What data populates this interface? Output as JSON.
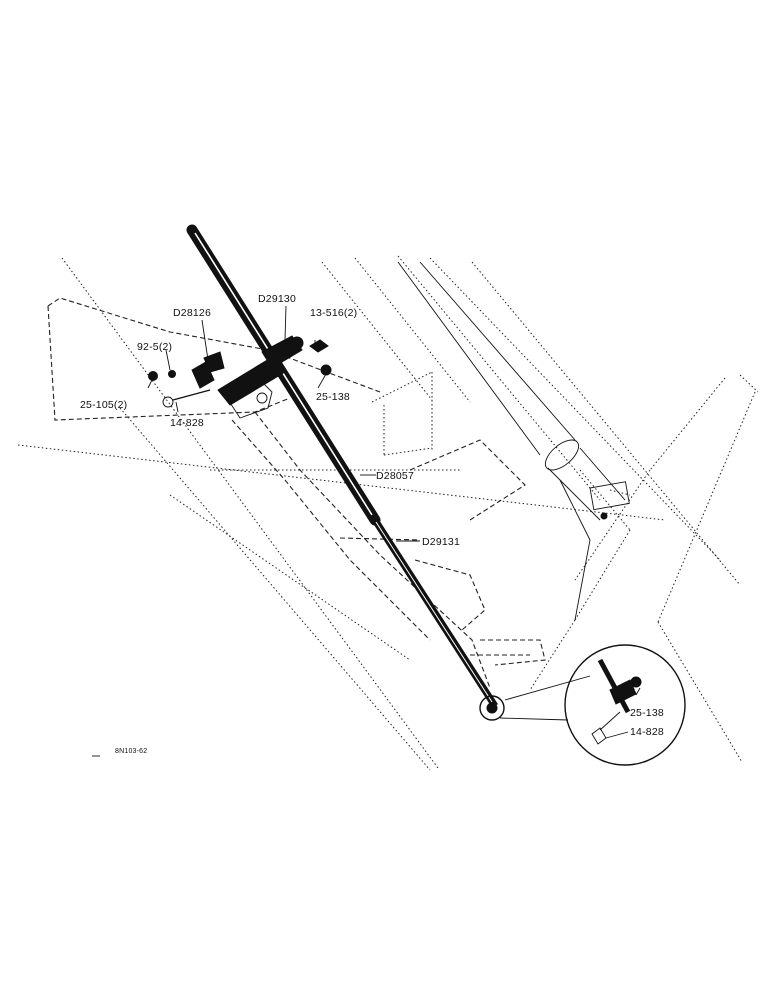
{
  "parts": {
    "d29130": "D29130",
    "d28126": "D28126",
    "p13_516": "13-516(2)",
    "p92_5": "92-5(2)",
    "p25_105": "25-105(2)",
    "p25_138_top": "25-138",
    "p14_828_top": "14-828",
    "d28057": "D28057",
    "d29131": "D29131",
    "p25_138_detail": "25-138",
    "p14_828_detail": "14-828"
  },
  "figure_code": "8N103-62",
  "colors": {
    "ink": "#111111",
    "paper": "#ffffff"
  }
}
